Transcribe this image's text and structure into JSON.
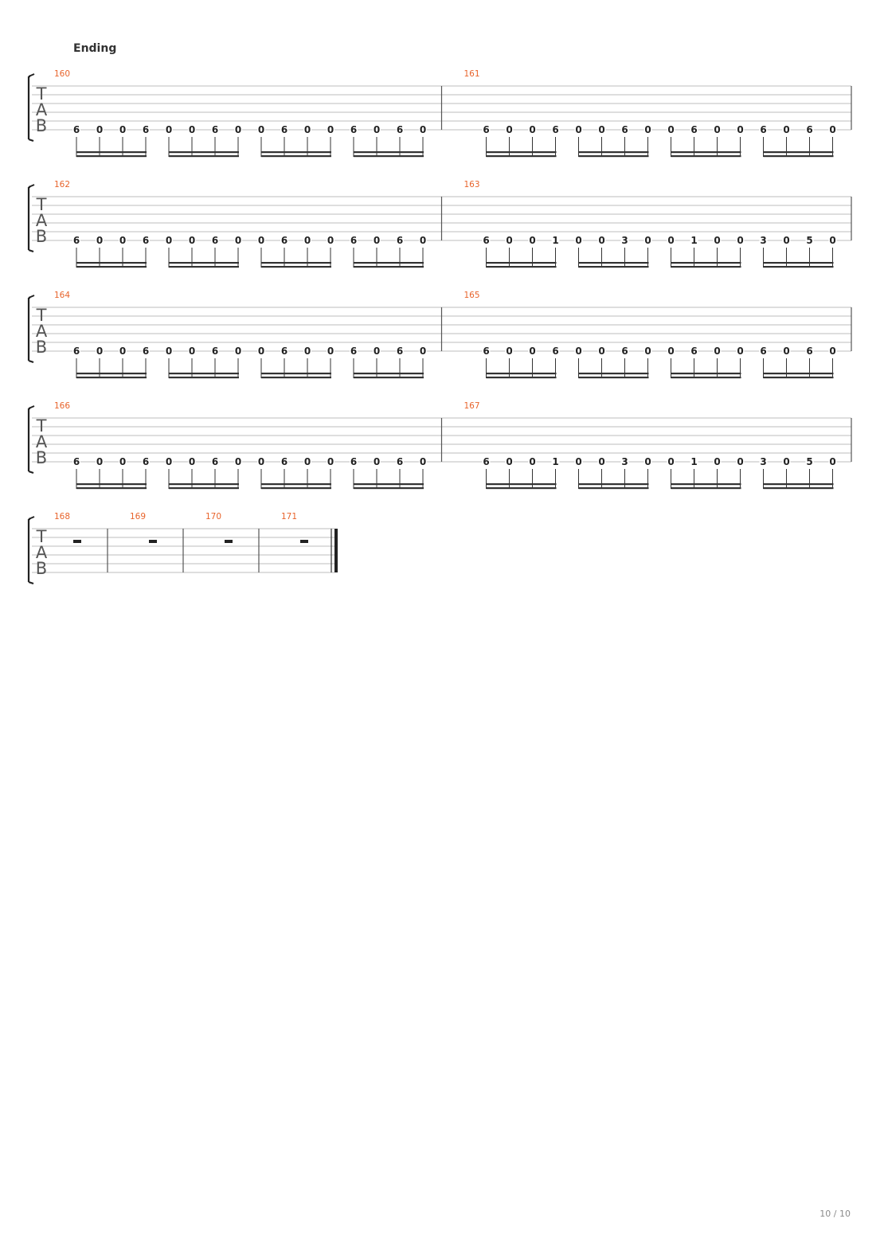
{
  "section_title": "Ending",
  "page_number": "10 / 10",
  "colors": {
    "measure_number": "#e8642c",
    "ink": "#222222",
    "string_line": "#bdbdbd"
  },
  "systems": [
    {
      "measures": [
        {
          "number": "160",
          "notes": [
            "6",
            "0",
            "0",
            "6",
            "0",
            "0",
            "6",
            "0",
            "0",
            "6",
            "0",
            "0",
            "6",
            "0",
            "6",
            "0"
          ]
        },
        {
          "number": "161",
          "notes": [
            "6",
            "0",
            "0",
            "6",
            "0",
            "0",
            "6",
            "0",
            "0",
            "6",
            "0",
            "0",
            "6",
            "0",
            "6",
            "0"
          ]
        }
      ]
    },
    {
      "measures": [
        {
          "number": "162",
          "notes": [
            "6",
            "0",
            "0",
            "6",
            "0",
            "0",
            "6",
            "0",
            "0",
            "6",
            "0",
            "0",
            "6",
            "0",
            "6",
            "0"
          ]
        },
        {
          "number": "163",
          "notes": [
            "6",
            "0",
            "0",
            "1",
            "0",
            "0",
            "3",
            "0",
            "0",
            "1",
            "0",
            "0",
            "3",
            "0",
            "5",
            "0"
          ]
        }
      ]
    },
    {
      "measures": [
        {
          "number": "164",
          "notes": [
            "6",
            "0",
            "0",
            "6",
            "0",
            "0",
            "6",
            "0",
            "0",
            "6",
            "0",
            "0",
            "6",
            "0",
            "6",
            "0"
          ]
        },
        {
          "number": "165",
          "notes": [
            "6",
            "0",
            "0",
            "6",
            "0",
            "0",
            "6",
            "0",
            "0",
            "6",
            "0",
            "0",
            "6",
            "0",
            "6",
            "0"
          ]
        }
      ]
    },
    {
      "measures": [
        {
          "number": "166",
          "notes": [
            "6",
            "0",
            "0",
            "6",
            "0",
            "0",
            "6",
            "0",
            "0",
            "6",
            "0",
            "0",
            "6",
            "0",
            "6",
            "0"
          ]
        },
        {
          "number": "167",
          "notes": [
            "6",
            "0",
            "0",
            "1",
            "0",
            "0",
            "3",
            "0",
            "0",
            "1",
            "0",
            "0",
            "3",
            "0",
            "5",
            "0"
          ]
        }
      ]
    },
    {
      "final": true,
      "measures": [
        {
          "number": "168",
          "rest": true,
          "notes": []
        },
        {
          "number": "169",
          "rest": true,
          "notes": []
        },
        {
          "number": "170",
          "rest": true,
          "notes": []
        },
        {
          "number": "171",
          "rest": true,
          "notes": []
        }
      ]
    }
  ]
}
